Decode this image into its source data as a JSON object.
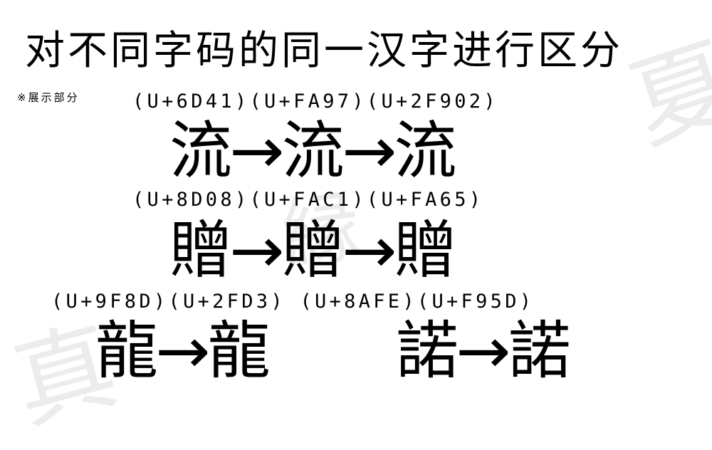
{
  "title": "对不同字码的同一汉字进行区分",
  "note": "※展示部分",
  "watermarks": [
    "夏",
    "縁",
    "真"
  ],
  "rows": [
    {
      "codes": "(U+6D41)(U+FA97)(U+2F902)",
      "groups": [
        {
          "chars": [
            "流",
            "流",
            "流"
          ],
          "arrows": [
            "→",
            "→"
          ]
        }
      ]
    },
    {
      "codes": "(U+8D08)(U+FAC1)(U+FA65)",
      "groups": [
        {
          "chars": [
            "贈",
            "贈",
            "贈"
          ],
          "arrows": [
            "→",
            "→"
          ]
        }
      ]
    },
    {
      "codes": "(U+9F8D)(U+2FD3) (U+8AFE)(U+F95D)",
      "groups": [
        {
          "chars": [
            "龍",
            "龍"
          ],
          "arrows": [
            "→"
          ]
        },
        {
          "chars": [
            "諾",
            "諾"
          ],
          "arrows": [
            "→"
          ]
        }
      ]
    }
  ]
}
